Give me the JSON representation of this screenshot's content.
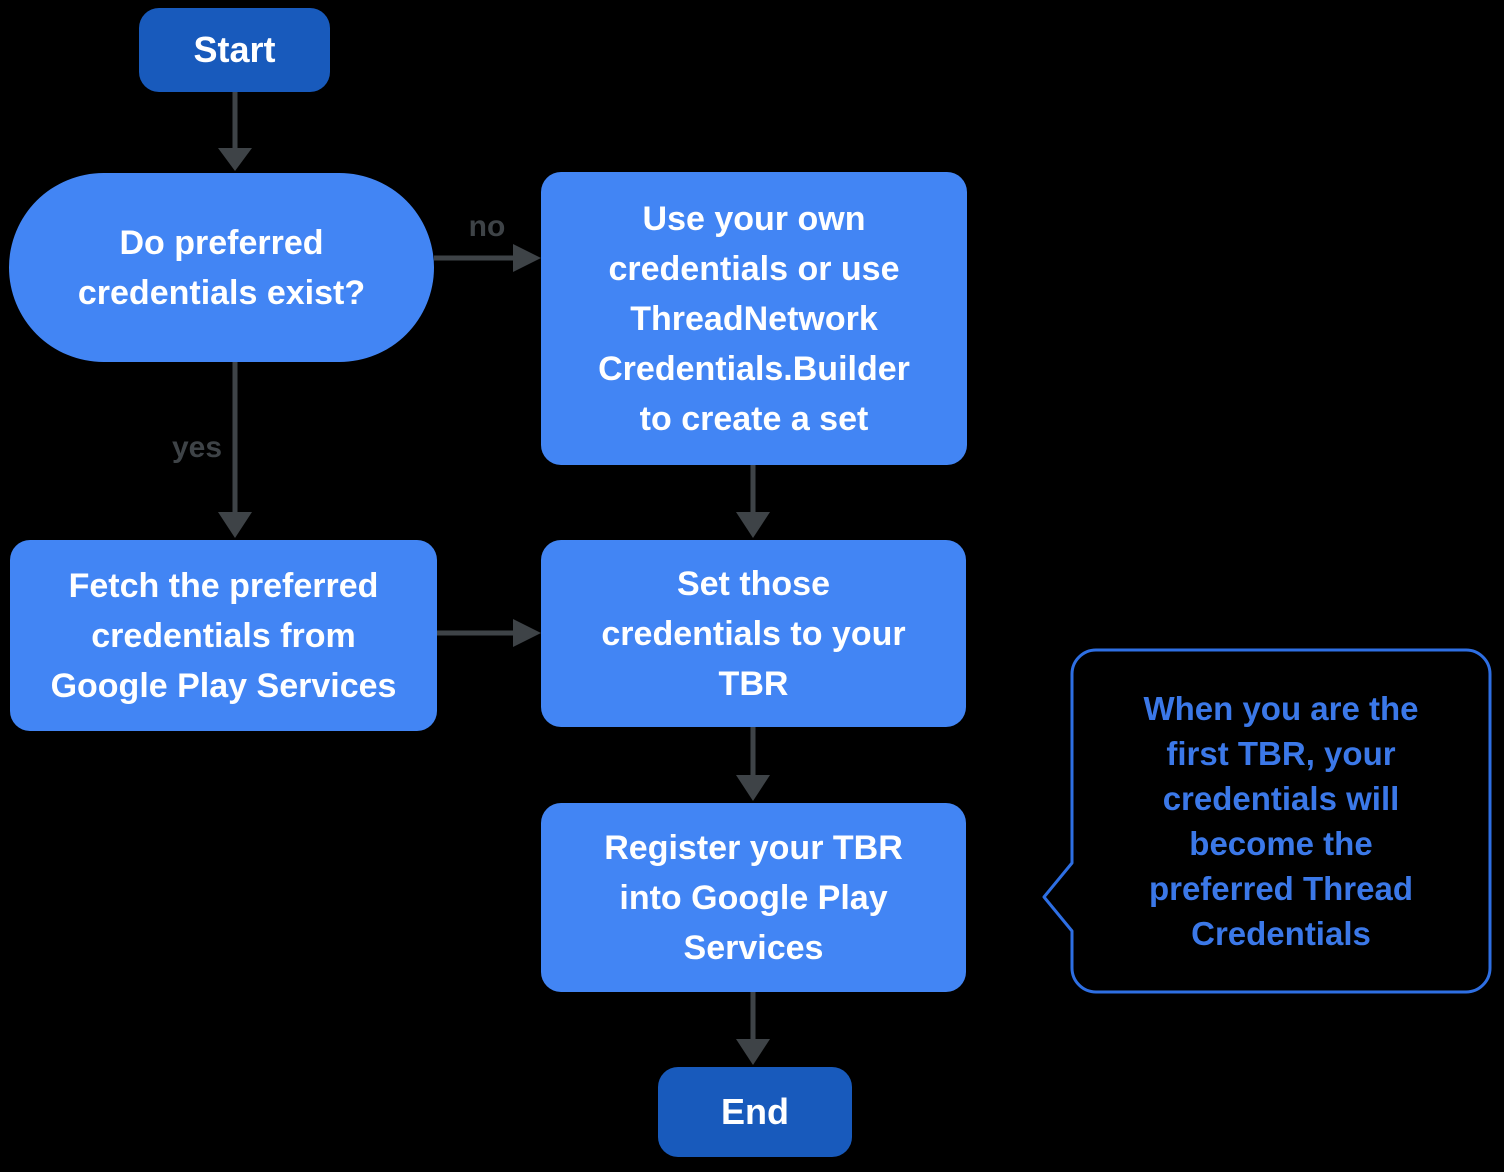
{
  "flowchart": {
    "nodes": {
      "start": {
        "label": "Start"
      },
      "decision": {
        "label": "Do preferred\ncredentials exist?"
      },
      "use_own": {
        "label": "Use your own\ncredentials or use\nThreadNetwork\nCredentials.Builder\nto create a set"
      },
      "fetch": {
        "label": "Fetch the preferred\ncredentials from\nGoogle Play Services"
      },
      "set_tbr": {
        "label": "Set those\ncredentials to your\nTBR"
      },
      "register": {
        "label": "Register your TBR\ninto Google Play\nServices"
      },
      "end": {
        "label": "End"
      }
    },
    "edge_labels": {
      "no": "no",
      "yes": "yes"
    },
    "callout": {
      "text": "When you are the\nfirst TBR, your\ncredentials will\nbecome the\npreferred Thread\nCredentials"
    },
    "colors": {
      "terminal_fill": "#185ABC",
      "process_fill": "#4285F4",
      "arrow": "#3E4347",
      "callout_stroke": "#2E6FE3",
      "callout_text": "#3B78E8",
      "background": "#000000",
      "node_text": "#FFFFFF"
    }
  }
}
